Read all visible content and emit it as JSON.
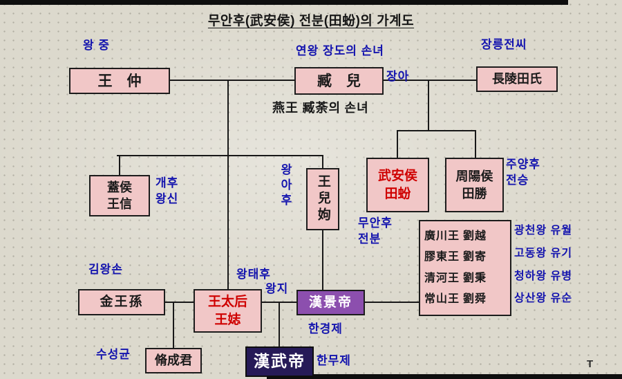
{
  "title": "무안후(武安侯) 전분(田蚡)의 가계도",
  "colors": {
    "background": "#dcd9cd",
    "box_bg": "#f1c7c7",
    "box_border": "#1c1c1c",
    "label_blue": "#1414ae",
    "text_red": "#cf0000",
    "jingdi_bg": "#8c4fae",
    "wudi_bg": "#261a57"
  },
  "artifacts": {
    "mark": "T"
  },
  "nodes": {
    "wang_zhong": {
      "name": "王　仲",
      "label": "왕 중"
    },
    "zang_er": {
      "name": "臧　兒",
      "label_top": "연왕 장도의 손녀",
      "label_right": "장아",
      "note_below": "燕王 臧荼의 손녀"
    },
    "changling": {
      "name": "長陵田氏",
      "label": "장릉전씨"
    },
    "gaehou": {
      "name": "蓋侯\n王信",
      "label": "개후\n왕신"
    },
    "wang_erxu": {
      "name": "王兒姁",
      "label": "왕아후"
    },
    "wuanhou": {
      "name": "武安侯\n田蚡",
      "label": "무안후\n전분"
    },
    "zhouyanghou": {
      "name": "周陽侯\n田勝",
      "label": "주양후\n전승"
    },
    "kim_wangson": {
      "name": "金王孫",
      "label": "김왕손"
    },
    "wang_taehu": {
      "name": "王太后\n王娡",
      "label_top": "왕태후",
      "label_right": "왕지"
    },
    "han_jingdi": {
      "name": "漢景帝",
      "label": "한경제"
    },
    "susong": {
      "name": "脩成君",
      "label": "수성균"
    },
    "han_wudi": {
      "name": "漢武帝",
      "label": "한무제"
    },
    "kings": {
      "rows": [
        {
          "hanja": "廣川王 劉越",
          "korean": "광천왕 유월"
        },
        {
          "hanja": "膠東王 劉寄",
          "korean": "고동왕 유기"
        },
        {
          "hanja": "清河王 劉秉",
          "korean": "청하왕 유병"
        },
        {
          "hanja": "常山王 劉舜",
          "korean": "상산왕 유순"
        }
      ]
    }
  }
}
